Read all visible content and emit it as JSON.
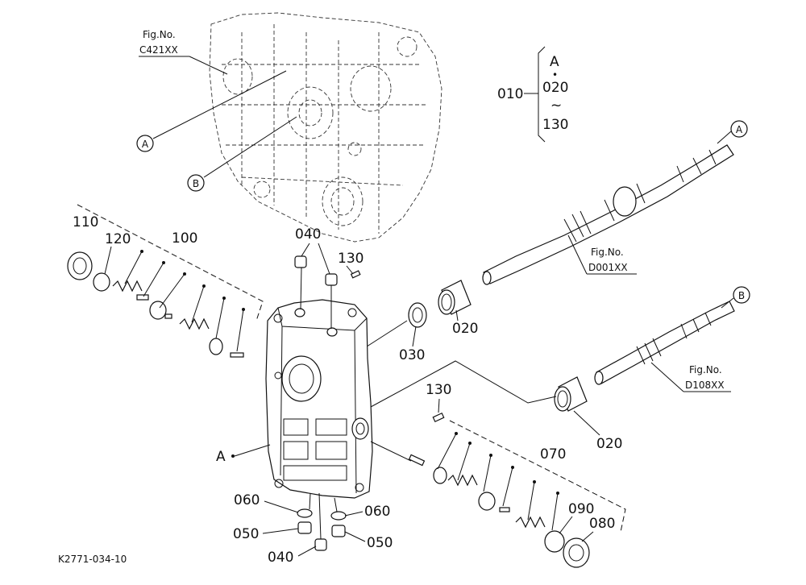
{
  "fig_refs": {
    "fig_c421": {
      "title": "Fig.No.",
      "code": "C421XX"
    },
    "fig_d001": {
      "title": "Fig.No.",
      "code": "D001XX"
    },
    "fig_d108": {
      "title": "Fig.No.",
      "code": "D108XX"
    }
  },
  "callouts": {
    "a_left": "A",
    "b_left": "B",
    "a_right": "A",
    "b_right": "B"
  },
  "assembly": {
    "main": "010",
    "top": "A",
    "dot": "•",
    "first": "020",
    "tilde": "~",
    "last": "130",
    "a_label": "A"
  },
  "parts": {
    "p110": "110",
    "p120": "120",
    "p100": "100",
    "p040_top": "040",
    "p130_top": "130",
    "p020_upper": "020",
    "p030": "030",
    "p130_mid": "130",
    "p020_lower": "020",
    "p070": "070",
    "p060_left": "060",
    "p060_right": "060",
    "p050_left": "050",
    "p050_right": "050",
    "p090": "090",
    "p080": "080",
    "p040_bottom": "040"
  },
  "footer": {
    "code": "K2771-034-10"
  }
}
